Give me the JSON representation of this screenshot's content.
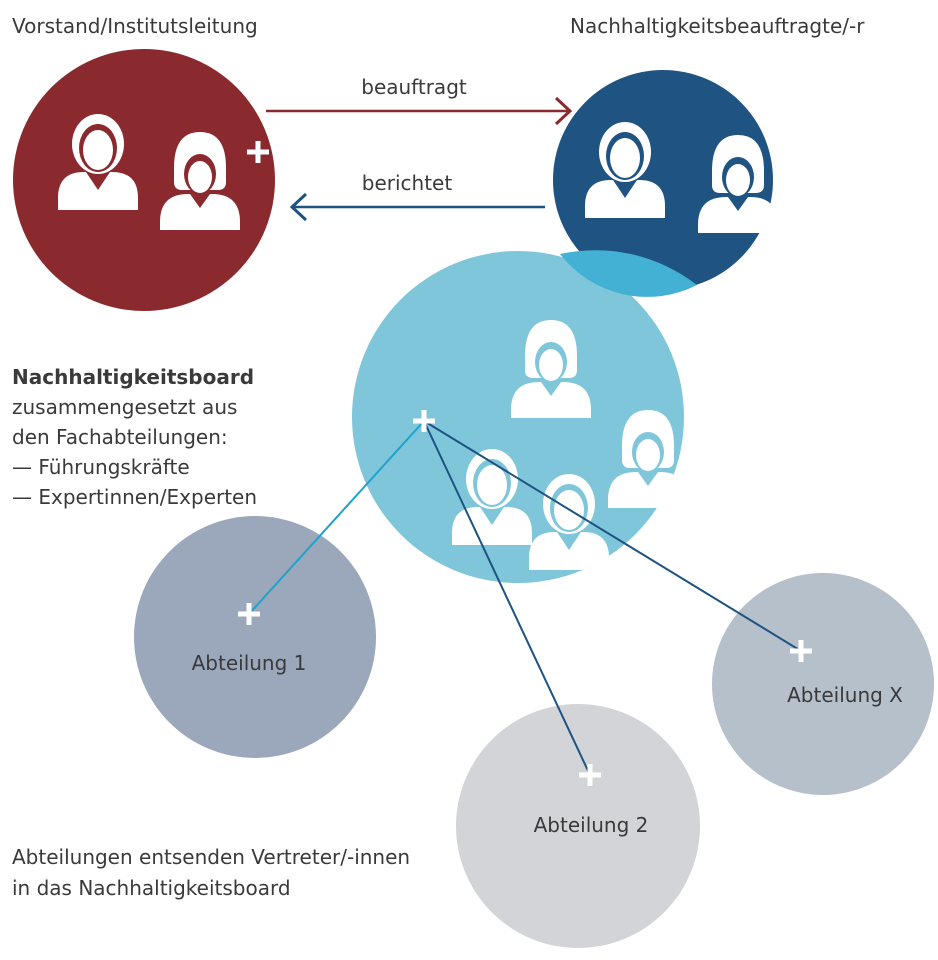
{
  "colors": {
    "board_red": "#8b2a2e",
    "officer_blue": "#1f5381",
    "board_cyan": "#7fc6db",
    "overlap_cyan": "#43b1d4",
    "dept1_gray": "#9ba8bb",
    "dept2_gray": "#d2d4d7",
    "deptx_gray": "#b5c0cb",
    "arrow_red": "#8b2a2e",
    "arrow_blue": "#1f5381",
    "line_cyan": "#1ea2cc",
    "line_navy": "#1f5381"
  },
  "labels": {
    "executive": "Vorstand/Institutsleitung",
    "officer": "Nachhaltigkeitsbeauftragte/-r",
    "assigns": "beauftragt",
    "reports": "berichtet"
  },
  "board": {
    "title": "Nachhaltigkeitsboard",
    "lines": [
      "zusammengesetzt aus",
      "den Fachabteilungen:",
      "— Führungskräfte",
      "— Expertinnen/Experten"
    ]
  },
  "departments": {
    "dept1": "Abteilung 1",
    "dept2": "Abteilung 2",
    "deptx": "Abteilung X"
  },
  "note": {
    "line1": "Abteilungen entsenden Vertreter/-innen",
    "line2": "in das Nachhaltigkeitsboard"
  },
  "icons": [
    "female-person-icon",
    "male-person-icon",
    "plus-icon",
    "arrow-right-icon",
    "arrow-left-icon"
  ]
}
